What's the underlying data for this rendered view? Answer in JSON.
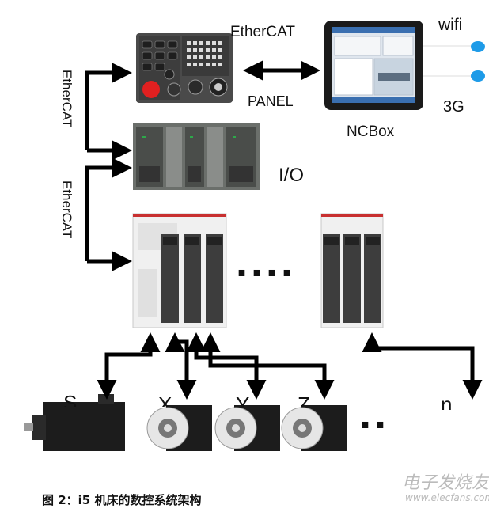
{
  "labels": {
    "ethercat_top": "EtherCAT",
    "panel": "PANEL",
    "ncbox": "NCBox",
    "wifi": "wifi",
    "g3": "3G",
    "io": "I/O",
    "ethercat_v1": "EtherCAT",
    "ethercat_v2": "EtherCAT",
    "dots_drives": "....",
    "dots_motors": "..",
    "axis_s": "S",
    "axis_x": "X",
    "axis_y": "Y",
    "axis_z": "Z",
    "axis_n": "n"
  },
  "caption": "图 2：i5 机床的数控系统架构",
  "watermark": {
    "cn": "电子发烧友",
    "en": "www.elecfans.com"
  },
  "colors": {
    "line": "#000000",
    "dot": "#1e9be8",
    "stop_button": "#e02020",
    "panel_body": "#4a4a4a",
    "tablet_screen": "#3a6fb0"
  }
}
